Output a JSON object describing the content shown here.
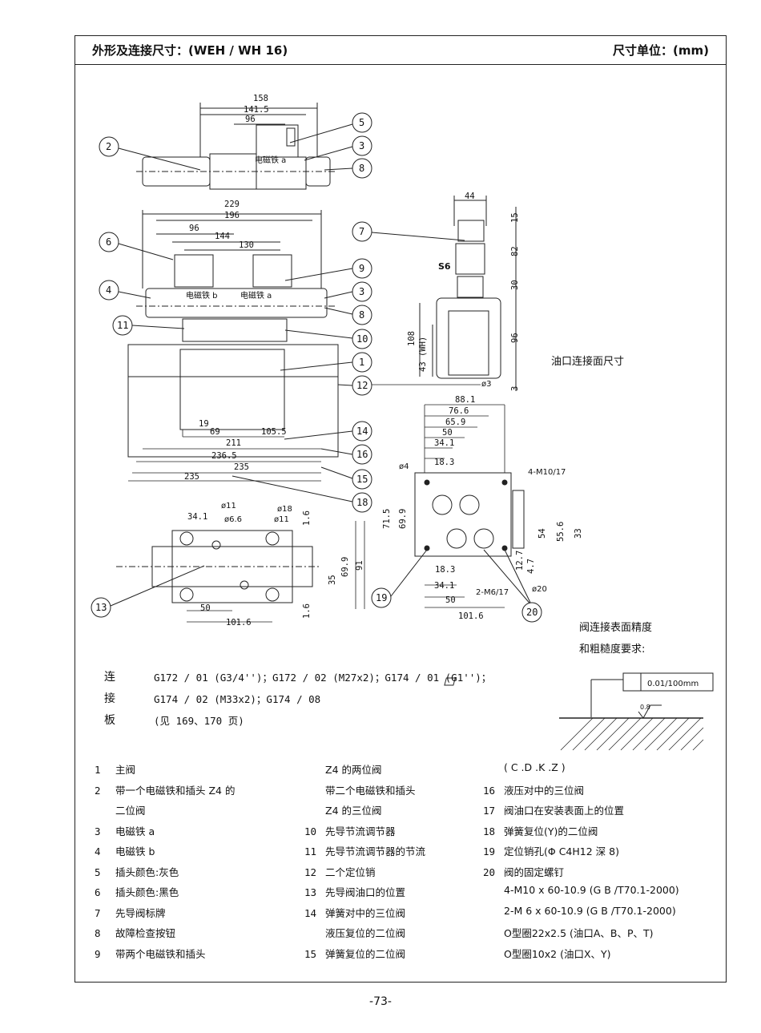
{
  "header": {
    "title": "外形及连接尺寸：(WEH / WH 16)",
    "unit": "尺寸单位：(mm)"
  },
  "labels": {
    "port_face": "油口连接面尺寸",
    "surface_req_1": "阀连接表面精度",
    "surface_req_2": "和粗糙度要求:",
    "flatness": "0.01/100mm",
    "roughness": "0.8",
    "solenoid_a": "电磁铁 a",
    "solenoid_b": "电磁铁 b",
    "s6": "S6",
    "m10": "4-M10/17",
    "m6": "2-M6/17",
    "phi4": "ø4",
    "phi20": "ø20",
    "phi3": "ø3",
    "phi11": "ø11",
    "phi66": "ø6.6",
    "phi18": "ø18"
  },
  "dims": {
    "top": [
      "158",
      "141.5",
      "96"
    ],
    "mid": [
      "229",
      "196",
      "96",
      "144",
      "130"
    ],
    "bottom": [
      "19",
      "69",
      "105.5",
      "211",
      "236.5",
      "235",
      "235"
    ],
    "side": [
      "44",
      "15",
      "82",
      "30",
      "96",
      "108",
      "43 (WH)",
      "3"
    ],
    "face_h": [
      "88.1",
      "76.6",
      "65.9",
      "50",
      "34.1",
      "18.3"
    ],
    "face_v": [
      "71.5",
      "69.9",
      "54",
      "55.6",
      "33",
      "12.7",
      "4.7"
    ],
    "face_b": [
      "18.3",
      "34.1",
      "50",
      "101.6"
    ],
    "plan": [
      "34.1",
      "1.6",
      "69.9",
      "91",
      "35",
      "1.6",
      "50",
      "101.6"
    ]
  },
  "callouts": [
    "1",
    "2",
    "3",
    "4",
    "5",
    "6",
    "7",
    "8",
    "9",
    "10",
    "11",
    "12",
    "13",
    "14",
    "15",
    "16",
    "18",
    "19",
    "20"
  ],
  "plates": {
    "label": "连接板",
    "lines": [
      "G172 / 01 (G3/4'')；G172 / 02 (M27x2)；G174 / 01 (G1'')；",
      "G174 / 02 (M33x2)；G174 / 08",
      "(见 169、170 页)"
    ]
  },
  "legend": {
    "col1": [
      {
        "n": "1",
        "t": "主阀"
      },
      {
        "n": "2",
        "t": "带一个电磁铁和插头 Z4 的"
      },
      {
        "n": "",
        "t": "二位阀"
      },
      {
        "n": "3",
        "t": "电磁铁 a"
      },
      {
        "n": "4",
        "t": "电磁铁 b"
      },
      {
        "n": "5",
        "t": "插头颜色:灰色"
      },
      {
        "n": "6",
        "t": "插头颜色:黑色"
      },
      {
        "n": "7",
        "t": "先导阀标牌"
      },
      {
        "n": "8",
        "t": "故障检查按钮"
      },
      {
        "n": "9",
        "t": "带两个电磁铁和插头"
      }
    ],
    "col2": [
      {
        "n": "",
        "t": "Z4 的两位阀"
      },
      {
        "n": "",
        "t": "带二个电磁铁和插头"
      },
      {
        "n": "",
        "t": "Z4 的三位阀"
      },
      {
        "n": "10",
        "t": "先导节流调节器"
      },
      {
        "n": "11",
        "t": "先导节流调节器的节流"
      },
      {
        "n": "12",
        "t": "二个定位销"
      },
      {
        "n": "13",
        "t": "先导阀油口的位置"
      },
      {
        "n": "14",
        "t": "弹簧对中的三位阀"
      },
      {
        "n": "",
        "t": "液压复位的二位阀"
      },
      {
        "n": "15",
        "t": "弹簧复位的二位阀"
      }
    ],
    "col3": [
      {
        "n": "",
        "t": "( C .D .K .Z )"
      },
      {
        "n": "16",
        "t": "液压对中的三位阀"
      },
      {
        "n": "17",
        "t": "阀油口在安装表面上的位置"
      },
      {
        "n": "18",
        "t": "弹簧复位(Y)的二位阀"
      },
      {
        "n": "19",
        "t": "定位销孔(Φ C4H12 深 8)"
      },
      {
        "n": "20",
        "t": "阀的固定螺钉"
      },
      {
        "n": "",
        "t": "4-M10 x 60-10.9 (G B /T70.1-2000)"
      },
      {
        "n": "",
        "t": "2-M 6 x 60-10.9 (G B /T70.1-2000)"
      },
      {
        "n": "",
        "t": "O型圈22x2.5 (油口A、B、P、T)"
      },
      {
        "n": "",
        "t": "O型圈10x2 (油口X、Y)"
      }
    ]
  },
  "page_number": "-73-"
}
